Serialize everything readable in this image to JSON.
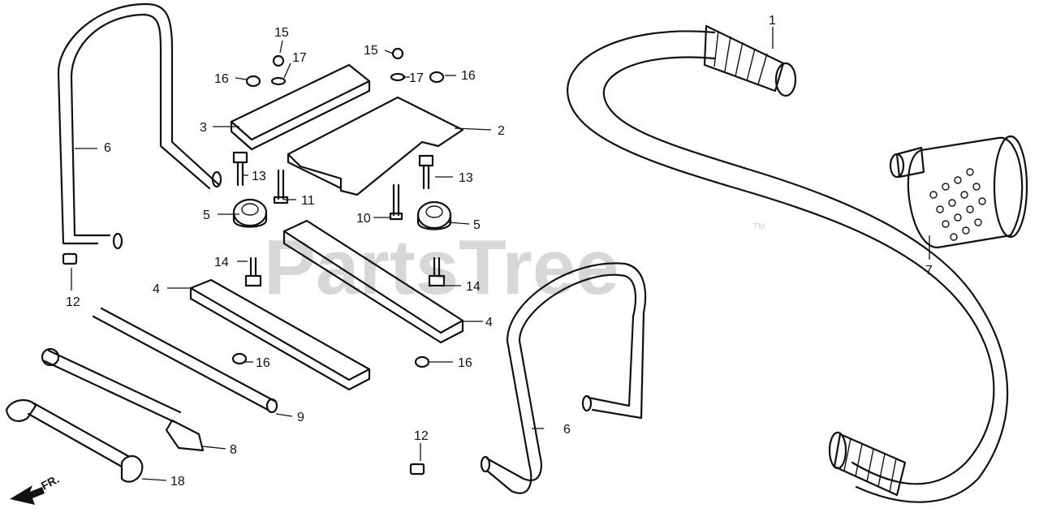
{
  "watermark": {
    "text": "PartsTree",
    "mark": "TM"
  },
  "direction": {
    "label": "FR."
  },
  "callouts": [
    "1",
    "2",
    "3",
    "4",
    "4",
    "5",
    "5",
    "6",
    "6",
    "7",
    "8",
    "9",
    "10",
    "11",
    "12",
    "12",
    "13",
    "13",
    "14",
    "14",
    "15",
    "15",
    "16",
    "16",
    "16",
    "16",
    "17",
    "17",
    "18"
  ]
}
